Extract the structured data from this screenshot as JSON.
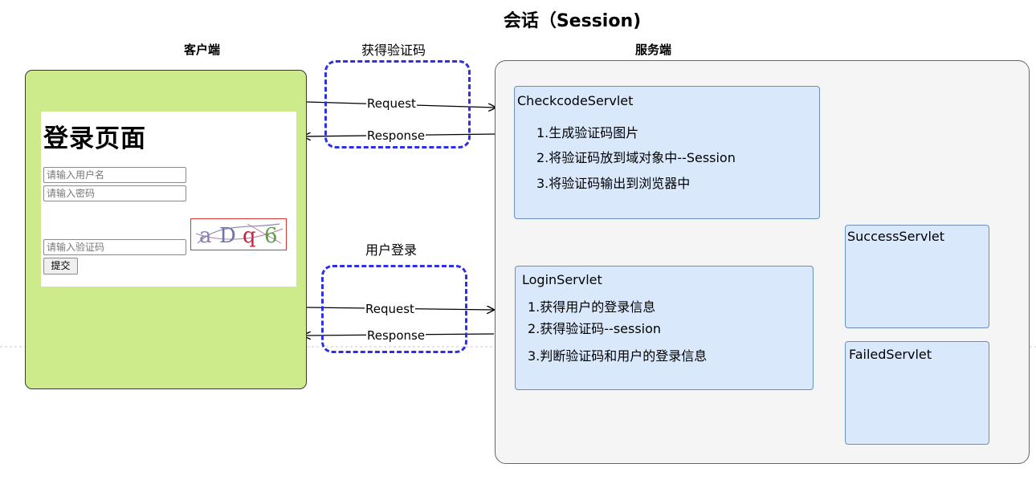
{
  "diagram": {
    "title": "会话（Session)",
    "client_heading": "客户端",
    "server_heading": "服务端",
    "get_captcha_label": "获得验证码",
    "user_login_label": "用户登录",
    "request_label": "Request",
    "response_label": "Response"
  },
  "login_page": {
    "title": "登录页面",
    "username_placeholder": "请输入用户名",
    "password_placeholder": "请输入密码",
    "captcha_placeholder": "请输入验证码",
    "submit_label": "提交",
    "captcha_text": "a D q 6"
  },
  "servlets": {
    "checkcode": {
      "name": "CheckcodeServlet",
      "steps": [
        "1.生成验证码图片",
        "2.将验证码放到域对象中--Session",
        "3.将验证码输出到浏览器中"
      ]
    },
    "login": {
      "name": "LoginServlet",
      "steps": [
        "1.获得用户的登录信息",
        "2.获得验证码--session",
        "3.判断验证码和用户的登录信息"
      ]
    },
    "success": {
      "name": "SuccessServlet"
    },
    "failed": {
      "name": "FailedServlet"
    }
  },
  "colors": {
    "client_fill": "#cdeb8b",
    "server_fill": "#f5f5f5",
    "servlet_fill": "#dae8fc",
    "servlet_border": "#6c8ebf",
    "dashed_group": "#2f2fe8"
  }
}
